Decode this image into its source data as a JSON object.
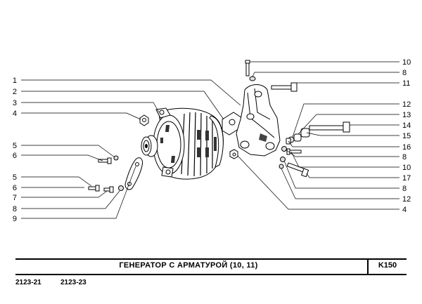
{
  "labels_left": [
    "1",
    "2",
    "3",
    "4",
    "5",
    "6",
    "5",
    "6",
    "7",
    "8",
    "9"
  ],
  "labels_right": [
    "10",
    "8",
    "11",
    "12",
    "13",
    "14",
    "15",
    "16",
    "8",
    "10",
    "17",
    "8",
    "12",
    "4"
  ],
  "title_block": {
    "title": "ГЕНЕРАТОР   С   АРМАТУРОЙ (10, 11)",
    "page_code": "K150"
  },
  "models": [
    "2123-21",
    "2123-23"
  ]
}
